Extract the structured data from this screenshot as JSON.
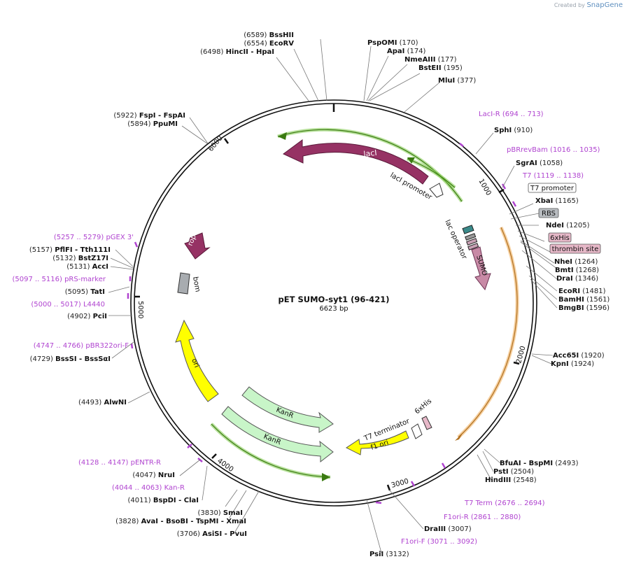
{
  "branding": {
    "created_by": "Created by",
    "product": "SnapGene"
  },
  "plasmid": {
    "name": "pET SUMO-syt1 (96-421)",
    "length": "6623 bp"
  },
  "ticks": [
    "1000",
    "2000",
    "3000",
    "4000",
    "5000",
    "6000"
  ],
  "enzymes": [
    {
      "pos": "(6589)",
      "name": "BssHII"
    },
    {
      "pos": "(6554)",
      "name": "EcoRV"
    },
    {
      "pos": "(6498)",
      "name": "HincII - HpaI"
    },
    {
      "pos": "(170)",
      "name": "PspOMI"
    },
    {
      "pos": "(174)",
      "name": "ApaI"
    },
    {
      "pos": "(177)",
      "name": "NmeAIII"
    },
    {
      "pos": "(195)",
      "name": "BstEII"
    },
    {
      "pos": "(377)",
      "name": "MluI"
    },
    {
      "pos": "(910)",
      "name": "SphI"
    },
    {
      "pos": "(1058)",
      "name": "SgrAI"
    },
    {
      "pos": "(1165)",
      "name": "XbaI"
    },
    {
      "pos": "(1205)",
      "name": "NdeI"
    },
    {
      "pos": "(1264)",
      "name": "NheI"
    },
    {
      "pos": "(1268)",
      "name": "BmtI"
    },
    {
      "pos": "(1346)",
      "name": "DraI"
    },
    {
      "pos": "(1481)",
      "name": "EcoRI"
    },
    {
      "pos": "(1561)",
      "name": "BamHI"
    },
    {
      "pos": "(1596)",
      "name": "BmgBI"
    },
    {
      "pos": "(1920)",
      "name": "Acc65I"
    },
    {
      "pos": "(1924)",
      "name": "KpnI"
    },
    {
      "pos": "(2493)",
      "name": "BfuAI - BspMI"
    },
    {
      "pos": "(2504)",
      "name": "PstI"
    },
    {
      "pos": "(2548)",
      "name": "HindIII"
    },
    {
      "pos": "(3007)",
      "name": "DraIII"
    },
    {
      "pos": "(3132)",
      "name": "PsiI"
    },
    {
      "pos": "(3706)",
      "name": "AsiSI - PvuI"
    },
    {
      "pos": "(3828)",
      "name": "AvaI - BsoBI - TspMI - XmaI"
    },
    {
      "pos": "(3830)",
      "name": "SmaI"
    },
    {
      "pos": "(4011)",
      "name": "BspDI - ClaI"
    },
    {
      "pos": "(4047)",
      "name": "NruI"
    },
    {
      "pos": "(4493)",
      "name": "AlwNI"
    },
    {
      "pos": "(4729)",
      "name": "BssSI - BssSαI"
    },
    {
      "pos": "(4902)",
      "name": "PciI"
    },
    {
      "pos": "(5095)",
      "name": "TatI"
    },
    {
      "pos": "(5131)",
      "name": "AccI"
    },
    {
      "pos": "(5132)",
      "name": "BstZ17I"
    },
    {
      "pos": "(5157)",
      "name": "PflFI - Tth111I"
    },
    {
      "pos": "(5922)",
      "name": "FspI - FspAI"
    },
    {
      "pos": "(5894)",
      "name": "PpuMI"
    }
  ],
  "primers": [
    {
      "name": "LacI-R",
      "range": "(694 .. 713)"
    },
    {
      "name": "pBRrevBam",
      "range": "(1016 .. 1035)"
    },
    {
      "name": "T7",
      "range": "(1119 .. 1138)"
    },
    {
      "name": "T7 Term",
      "range": "(2676 .. 2694)"
    },
    {
      "name": "F1ori-R",
      "range": "(2861 .. 2880)"
    },
    {
      "name": "F1ori-F",
      "range": "(3071 .. 3092)"
    },
    {
      "name": "pENTR-R",
      "range": "(4128 .. 4147)"
    },
    {
      "name": "Kan-R",
      "range": "(4044 .. 4063)"
    },
    {
      "name": "pBR322ori-F",
      "range": "(4747 .. 4766)"
    },
    {
      "name": "L4440",
      "range": "(5000 .. 5017)"
    },
    {
      "name": "pRS-marker",
      "range": "(5097 .. 5116)"
    },
    {
      "name": "pGEX 3'",
      "range": "(5257 .. 5279)"
    }
  ],
  "boxed_features": [
    {
      "name": "T7 promoter",
      "color": "#ffffff"
    },
    {
      "name": "RBS",
      "color": "#b8bcc0"
    },
    {
      "name": "6xHis",
      "color": "#e6b8c8"
    },
    {
      "name": "thrombin site",
      "color": "#e6b8c8"
    }
  ],
  "features": [
    {
      "name": "lacI",
      "color": "#963264"
    },
    {
      "name": "lacI promoter",
      "color": "#ffffff"
    },
    {
      "name": "lac operator",
      "color": "#ffffff"
    },
    {
      "name": "SUMO",
      "color": "#c88aa6"
    },
    {
      "name": "rop",
      "color": "#963264"
    },
    {
      "name": "bom",
      "color": "#a8acb0"
    },
    {
      "name": "ori",
      "color": "#ffff00"
    },
    {
      "name": "KanR",
      "color": "#c8f5c8"
    },
    {
      "name": "KanR",
      "color": "#c8f5c8"
    },
    {
      "name": "T7 terminator",
      "color": "#ffffff"
    },
    {
      "name": "6xHis",
      "color": "#e6b8c8"
    },
    {
      "name": "f1 ori",
      "color": "#ffff00"
    }
  ],
  "colors": {
    "primer": "#b044d0",
    "backbone": "#111111",
    "insert_outline": "#f0b060",
    "kanr_outline": "#6ab82a"
  }
}
